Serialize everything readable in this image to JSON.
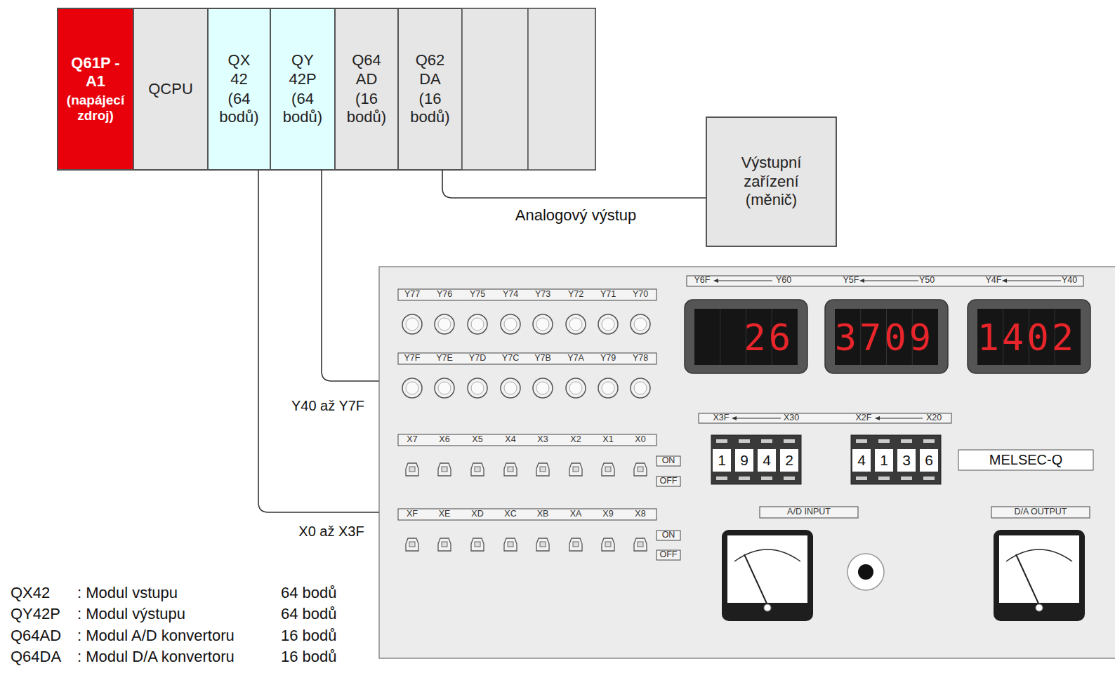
{
  "diagram": {
    "nodes": [
      {
        "text": [
          "Q61P -A1",
          "(napájecí zdroj)"
        ]
      },
      {
        "text": [
          "QCPU"
        ]
      },
      {
        "text": [
          "QX 42",
          "(64 bodů)"
        ]
      },
      {
        "text": [
          "QY 42P",
          "(64 bodů)"
        ]
      },
      {
        "text": [
          "Q64 AD",
          "(16 bodů)"
        ]
      },
      {
        "text": [
          "Q62 DA",
          "(16 bodů)"
        ]
      },
      {
        "text": [
          "Výstupní zařízení (měnič)"
        ]
      },
      {
        "text": [
          "MELSEC-Q"
        ]
      }
    ],
    "edges": [
      {
        "from": 5,
        "to": 6,
        "arrow": "none",
        "label": "Analogový výstup"
      },
      {
        "from": 3,
        "to": 7,
        "arrow": "none",
        "label": "Y40 až Y7F"
      },
      {
        "from": 2,
        "to": 7,
        "arrow": "none",
        "label": "X0 až X3F"
      }
    ],
    "labels": [
      "Y77",
      "Y76",
      "Y75",
      "Y74",
      "Y73",
      "Y72",
      "Y71",
      "Y70",
      "Y7F",
      "Y7E",
      "Y7D",
      "Y7C",
      "Y7B",
      "Y7A",
      "Y79",
      "Y78",
      "Y6F",
      "Y60",
      "Y5F",
      "Y50",
      "Y4F",
      "Y40",
      "26",
      "3709",
      "1402",
      "X7",
      "X6",
      "X5",
      "X4",
      "X3",
      "X2",
      "X1",
      "X0",
      "ON",
      "OFF",
      "X3F",
      "X30",
      "X2F",
      "X20",
      "1",
      "9",
      "4",
      "2",
      "4",
      "1",
      "3",
      "6",
      "A/D INPUT",
      "D/A OUTPUT",
      "XF",
      "XE",
      "XD",
      "XC",
      "XB",
      "XA",
      "X9",
      "X8",
      "ON",
      "OFF",
      "QX42",
      ": Modul vstupu",
      "64 bodů",
      "QY42P",
      ": Modul výstupu",
      "64 bodů",
      "Q64AD",
      ": Modul A/D konvertoru",
      "16 bodů",
      "Q64DA",
      ": Modul D/A konvertoru",
      "16 bodů"
    ]
  }
}
